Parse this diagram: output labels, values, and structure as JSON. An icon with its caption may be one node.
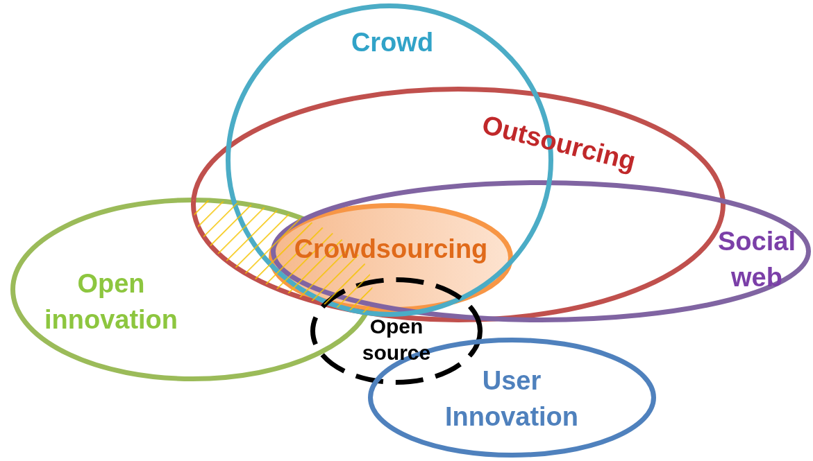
{
  "diagram": {
    "nodes": [
      {
        "text": [
          "Crowd"
        ]
      },
      {
        "text": [
          "Outsourcing"
        ]
      },
      {
        "text": [
          "Social web"
        ]
      },
      {
        "text": [
          "Crowdsourcing"
        ]
      },
      {
        "text": [
          "Open innovation"
        ]
      },
      {
        "text": [
          "Open source"
        ]
      },
      {
        "text": [
          "User Innovation"
        ]
      },
      {
        "text": [],
        "shape": "region"
      }
    ]
  }
}
